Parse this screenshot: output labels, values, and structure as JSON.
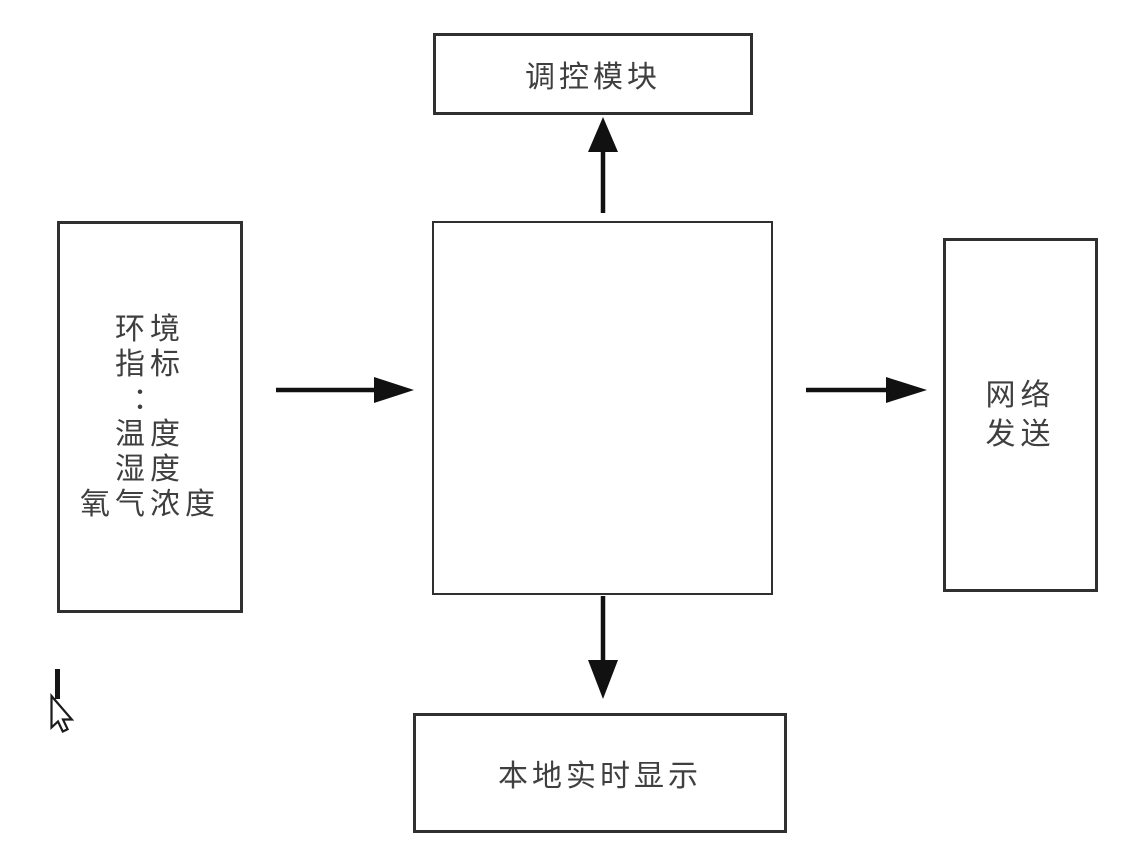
{
  "diagram": {
    "nodes": {
      "control_module": {
        "label": "调控模块"
      },
      "env_indicators": {
        "lines": [
          "环境",
          "指标",
          "：",
          "温度",
          "湿度",
          "氧气浓度"
        ]
      },
      "main_unit": {
        "label": ""
      },
      "network_send": {
        "lines": [
          "网络",
          "发送"
        ]
      },
      "local_display": {
        "label": "本地实时显示"
      }
    },
    "edges": [
      {
        "from": "main_unit",
        "to": "control_module",
        "direction": "up"
      },
      {
        "from": "env_indicators",
        "to": "main_unit",
        "direction": "right"
      },
      {
        "from": "main_unit",
        "to": "network_send",
        "direction": "right"
      },
      {
        "from": "main_unit",
        "to": "local_display",
        "direction": "down"
      }
    ],
    "colors": {
      "background": "#ffffff",
      "box_border": "#303030",
      "arrow": "#111111",
      "text": "#3f3f3f"
    }
  },
  "icons": {
    "mouse_pointer": "arrow-cursor",
    "text_caret": "caret-bar"
  }
}
